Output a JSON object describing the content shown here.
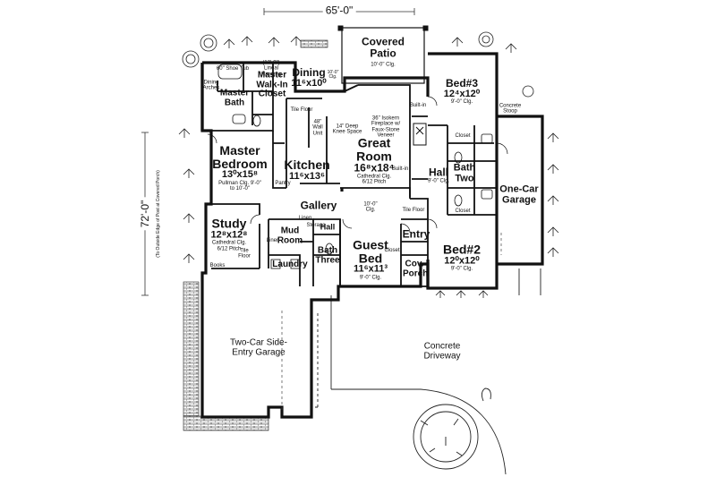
{
  "overall": {
    "width_label": "65'-0\"",
    "depth_label": "72'-0\"",
    "depth_note": "(To Outside Edge of Post at Covered Porch)"
  },
  "rooms": {
    "covered_patio": {
      "name": "Covered Patio",
      "note": "10'-0\" Clg."
    },
    "dining": {
      "name": "Dining",
      "dims": "11⁶x10⁰",
      "note": "10'-0\" Clg."
    },
    "bed3": {
      "name": "Bed#3",
      "dims": "12⁴x12⁰",
      "note": "9'-0\" Clg."
    },
    "master_walkin": {
      "name": "Master Walk-In Closet"
    },
    "master_bath": {
      "name": "Master Bath"
    },
    "master_bedroom": {
      "name": "Master Bedroom",
      "dims": "13⁰x15⁸",
      "note": "Pullman Clg. 9'-0\" to 10'-0\""
    },
    "kitchen": {
      "name": "Kitchen",
      "dims": "11⁶x13⁶"
    },
    "great_room": {
      "name": "Great Room",
      "dims": "16⁸x18⁴",
      "note": "Cathedral Clg. 6/12 Pitch"
    },
    "hall_east": {
      "name": "Hall",
      "note": "9'-0\" Clg."
    },
    "bath_two": {
      "name": "Bath Two"
    },
    "one_car_garage": {
      "name": "One-Car Garage"
    },
    "gallery": {
      "name": "Gallery",
      "note": "10'-0\" Clg."
    },
    "study": {
      "name": "Study",
      "dims": "12⁸x12⁸",
      "note": "Cathedral Clg. 6/12 Pitch"
    },
    "mud_room": {
      "name": "Mud Room"
    },
    "hall_small": {
      "name": "Hall"
    },
    "bath_three": {
      "name": "Bath Three"
    },
    "guest_bed": {
      "name": "Guest Bed",
      "dims": "11⁶x11³",
      "note": "9'-0\" Clg."
    },
    "entry": {
      "name": "Entry"
    },
    "bed2": {
      "name": "Bed#2",
      "dims": "12⁰x12⁰",
      "note": "9'-0\" Clg."
    },
    "laundry": {
      "name": "Laundry"
    },
    "cov_porch": {
      "name": "Cov. Porch"
    },
    "two_car_garage": {
      "name": "Two-Car Side-Entry Garage"
    },
    "driveway": {
      "name": "Concrete Driveway"
    }
  },
  "notes": {
    "sixty_shoe": "60\" Shoe Tub",
    "walkin_shelving": "(12'-0\") Lineal Hanging",
    "dining_arch": "Dining Arches",
    "tile_floor_1": "Tile Floor",
    "tile_floor_2": "Tile Floor",
    "tile_floor_3": "Tile Floor",
    "fireplace": "36\" Isokern Fireplace w/ Faux-Stone Veneer",
    "knee_space": "14\" Deep Knee Space",
    "oven": "48\" Wall Unit",
    "builtin_1": "Built-in",
    "builtin_2": "Built-in",
    "pantry": "Pantry",
    "linen_1": "Linen",
    "linen_2": "Linen",
    "closet_1": "Closet",
    "closet_2": "Closet",
    "closet_3": "Closet",
    "concrete_stoop": "Concrete Stoop",
    "books": "Books",
    "storage": "Storage"
  }
}
